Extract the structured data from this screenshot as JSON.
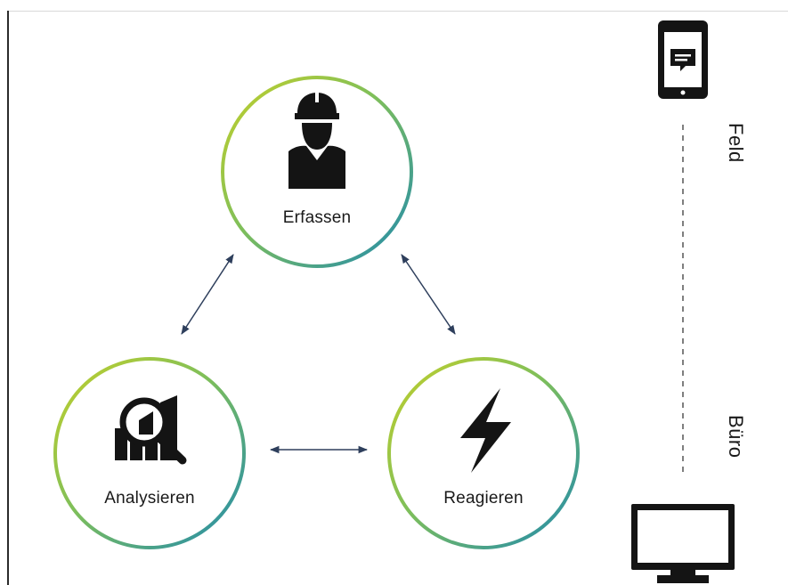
{
  "nodes": {
    "capture": {
      "label": "Erfassen",
      "icon": "construction-worker-icon"
    },
    "analyze": {
      "label": "Analysieren",
      "icon": "magnifier-chart-icon"
    },
    "react": {
      "label": "Reagieren",
      "icon": "lightning-bolt-icon"
    }
  },
  "side": {
    "field_label": "Feld",
    "office_label": "Büro",
    "field_icon": "smartphone-message-icon",
    "office_icon": "desktop-monitor-icon"
  },
  "colors": {
    "ring_start": "#b8cc2a",
    "ring_end": "#1f8fb0",
    "ink": "#141414",
    "arrow": "#2e3f5c"
  }
}
